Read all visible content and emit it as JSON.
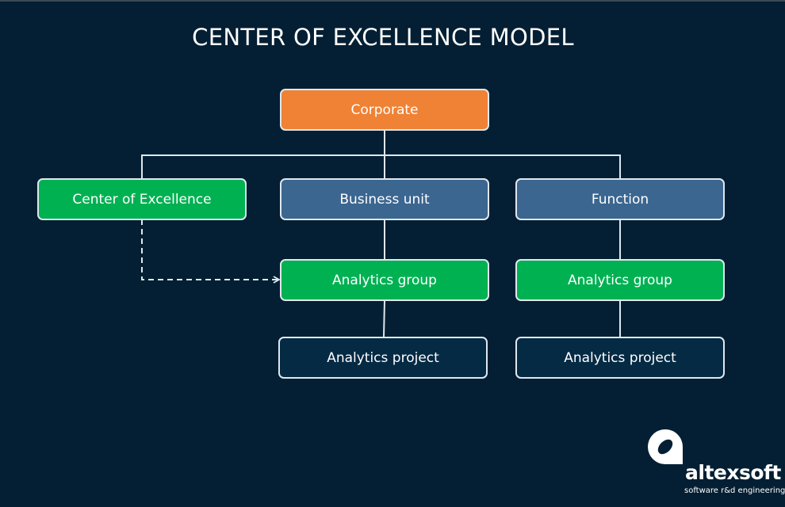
{
  "title": "CENTER OF EXCELLENCE MODEL",
  "colors": {
    "background": "#041f33",
    "corporate": "#ef8235",
    "center_of_excellence": "#00b152",
    "unit": "#3b6690",
    "analytics_group": "#00b152",
    "analytics_project": "#052a44",
    "connector": "#dfe7ee"
  },
  "nodes": {
    "corporate": "Corporate",
    "center_of_excellence": "Center of Excellence",
    "business_unit": "Business unit",
    "function": "Function",
    "analytics_group_business": "Analytics group",
    "analytics_group_function": "Analytics group",
    "analytics_project_business": "Analytics project",
    "analytics_project_function": "Analytics project"
  },
  "connections": [
    {
      "from": "corporate",
      "to": "center_of_excellence",
      "style": "solid"
    },
    {
      "from": "corporate",
      "to": "business_unit",
      "style": "solid"
    },
    {
      "from": "corporate",
      "to": "function",
      "style": "solid"
    },
    {
      "from": "business_unit",
      "to": "analytics_group_business",
      "style": "solid"
    },
    {
      "from": "analytics_group_business",
      "to": "analytics_project_business",
      "style": "solid"
    },
    {
      "from": "function",
      "to": "analytics_group_function",
      "style": "solid"
    },
    {
      "from": "analytics_group_function",
      "to": "analytics_project_function",
      "style": "solid"
    },
    {
      "from": "center_of_excellence",
      "to": "analytics_group_business",
      "style": "dashed-arrow"
    }
  ],
  "logo": {
    "icon": "altexsoft-a-logo-icon",
    "name": "altexsoft",
    "tagline": "software r&d engineering"
  }
}
